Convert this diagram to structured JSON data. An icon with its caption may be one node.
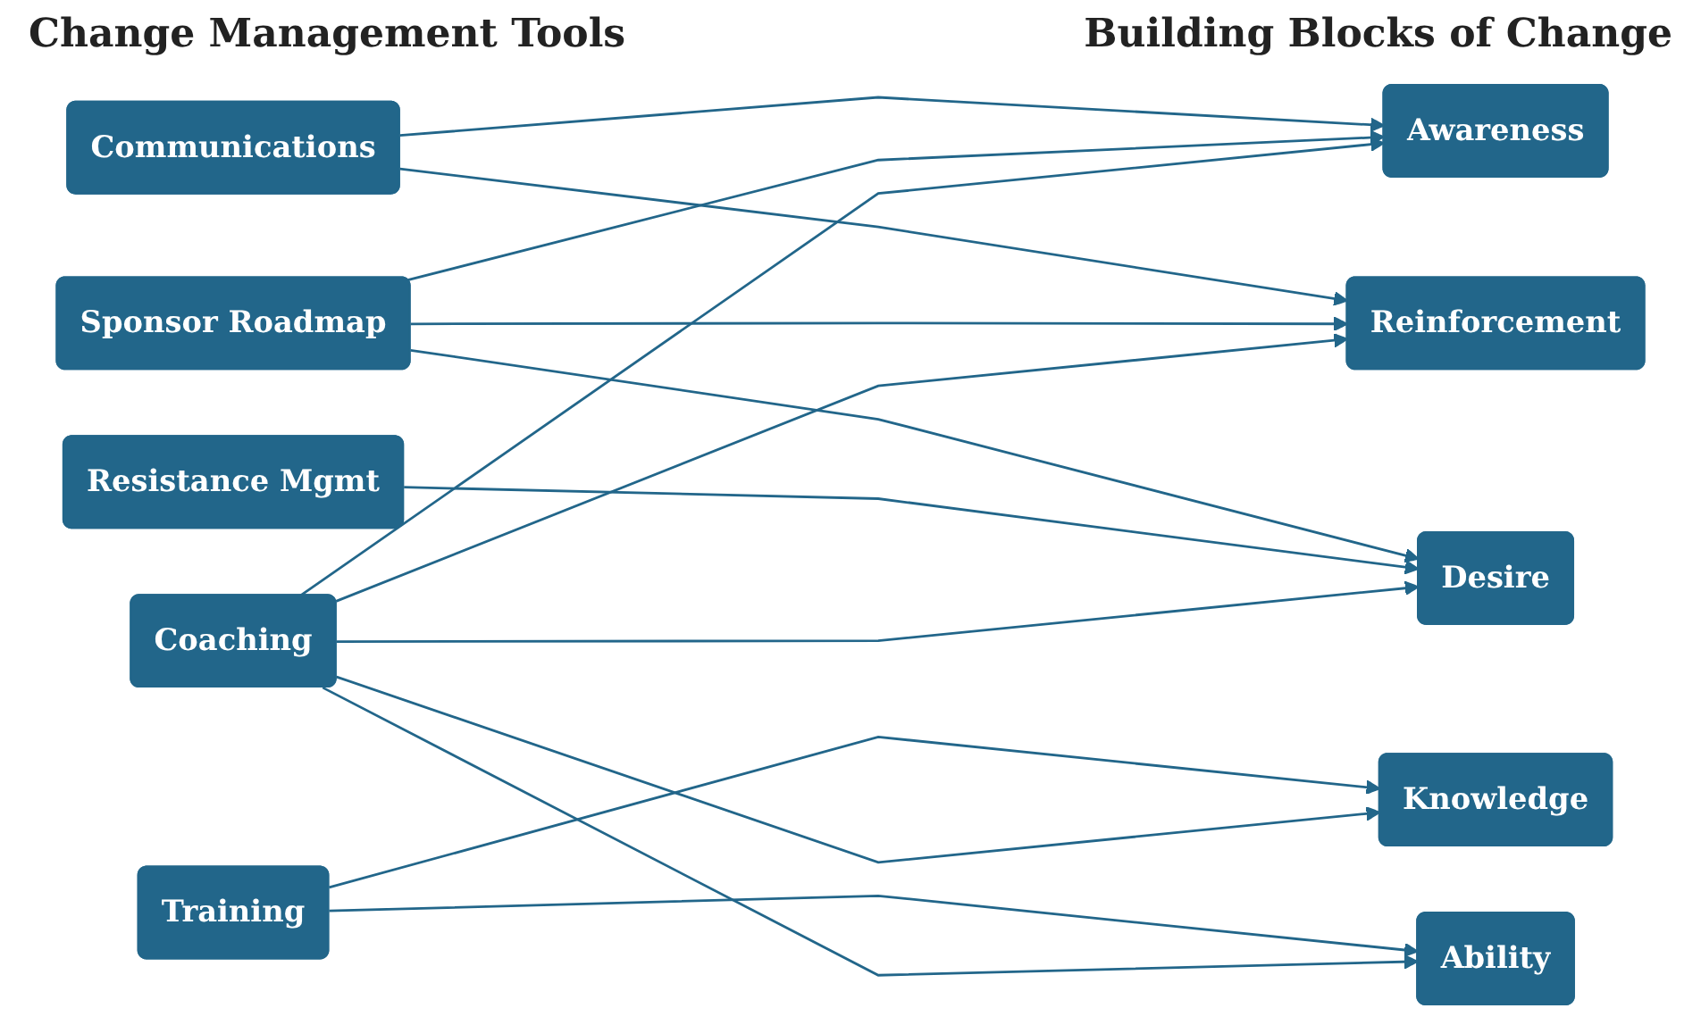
{
  "diagram": {
    "nodes": [
      {
        "text": [
          "Communications"
        ]
      },
      {
        "text": [
          "Sponsor Roadmap"
        ]
      },
      {
        "text": [
          "Training"
        ]
      },
      {
        "text": [
          "Resistance Mgmt"
        ]
      },
      {
        "text": [
          "Coaching"
        ]
      },
      {
        "text": [
          "Awareness"
        ]
      },
      {
        "text": [
          "Desire"
        ]
      },
      {
        "text": [
          "Knowledge"
        ]
      },
      {
        "text": [
          "Ability"
        ]
      },
      {
        "text": [
          "Reinforcement"
        ]
      }
    ],
    "edges": [
      {
        "from": 0,
        "to": 5,
        "arrow": "to"
      },
      {
        "from": 0,
        "to": 9,
        "arrow": "to"
      },
      {
        "from": 1,
        "to": 5,
        "arrow": "to"
      },
      {
        "from": 1,
        "to": 6,
        "arrow": "to"
      },
      {
        "from": 1,
        "to": 9,
        "arrow": "to"
      },
      {
        "from": 2,
        "to": 7,
        "arrow": "to"
      },
      {
        "from": 2,
        "to": 8,
        "arrow": "to"
      },
      {
        "from": 3,
        "to": 6,
        "arrow": "to"
      },
      {
        "from": 4,
        "to": 5,
        "arrow": "to"
      },
      {
        "from": 4,
        "to": 6,
        "arrow": "to"
      },
      {
        "from": 4,
        "to": 7,
        "arrow": "to"
      },
      {
        "from": 4,
        "to": 8,
        "arrow": "to"
      },
      {
        "from": 4,
        "to": 9,
        "arrow": "to"
      }
    ],
    "labels": [
      "Change Management Tools",
      "Building Blocks of Change"
    ]
  }
}
